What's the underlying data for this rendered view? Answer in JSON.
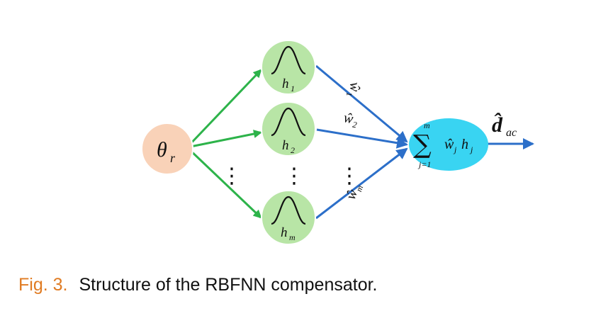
{
  "diagram": {
    "input": {
      "symbol": "θ",
      "subscript": "r",
      "fill": "#f9d2b8"
    },
    "hidden": [
      {
        "symbol": "h",
        "subscript": "1"
      },
      {
        "symbol": "h",
        "subscript": "2"
      },
      {
        "symbol": "h",
        "subscript": "m"
      }
    ],
    "hidden_fill": "#b8e5a6",
    "weights": [
      {
        "symbol": "ŵ",
        "subscript": "1"
      },
      {
        "symbol": "ŵ",
        "subscript": "2"
      },
      {
        "symbol": "ŵ",
        "subscript": "m"
      }
    ],
    "sum_node": {
      "operator": "∑",
      "upper_limit": "m",
      "lower_limit": "j=1",
      "term": "ŵ",
      "term_subscript": "j",
      "term2": "h",
      "term2_subscript": "j",
      "fill": "#39d4f2"
    },
    "output": {
      "symbol": "d̂",
      "subscript": "ac"
    },
    "ellipsis": "⋮",
    "colors": {
      "input_arrows": "#2db34a",
      "output_arrows": "#2c6fc9",
      "node_border": "#ffffff"
    }
  },
  "caption": {
    "label": "Fig. 3.",
    "text": "Structure of the RBFNN compensator."
  }
}
